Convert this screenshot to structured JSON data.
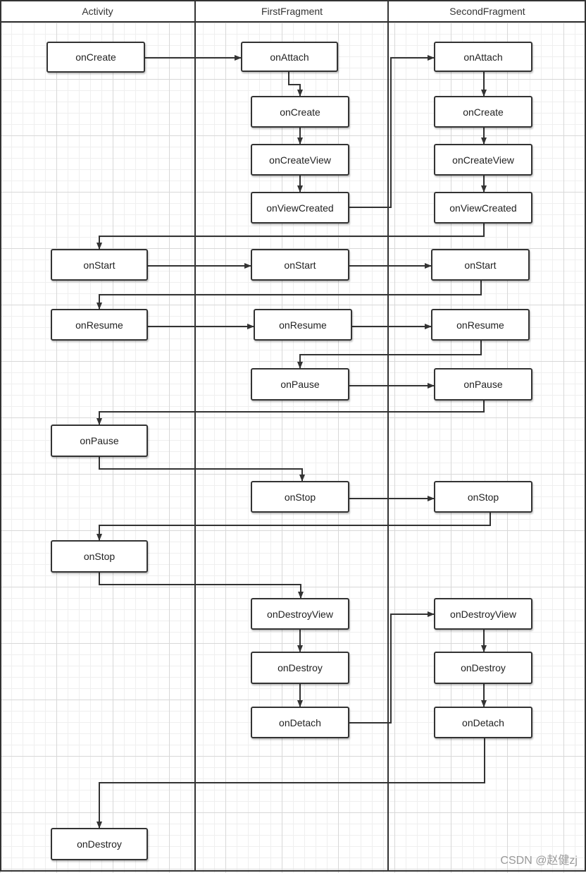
{
  "lanes": {
    "activity": "Activity",
    "first": "FirstFragment",
    "second": "SecondFragment"
  },
  "nodes": {
    "act_oncreate": "onCreate",
    "act_onstart": "onStart",
    "act_onresume": "onResume",
    "act_onpause": "onPause",
    "act_onstop": "onStop",
    "act_ondestroy": "onDestroy",
    "f1_onattach": "onAttach",
    "f1_oncreate": "onCreate",
    "f1_oncreateview": "onCreateView",
    "f1_onviewcreated": "onViewCreated",
    "f1_onstart": "onStart",
    "f1_onresume": "onResume",
    "f1_onpause": "onPause",
    "f1_onstop": "onStop",
    "f1_ondestroyview": "onDestroyView",
    "f1_ondestroy": "onDestroy",
    "f1_ondetach": "onDetach",
    "f2_onattach": "onAttach",
    "f2_oncreate": "onCreate",
    "f2_oncreateview": "onCreateView",
    "f2_onviewcreated": "onViewCreated",
    "f2_onstart": "onStart",
    "f2_onresume": "onResume",
    "f2_onpause": "onPause",
    "f2_onstop": "onStop",
    "f2_ondestroyview": "onDestroyView",
    "f2_ondestroy": "onDestroy",
    "f2_ondetach": "onDetach"
  },
  "edges": [
    [
      "act_oncreate",
      "f1_onattach"
    ],
    [
      "f1_onattach",
      "f1_oncreate"
    ],
    [
      "f1_oncreate",
      "f1_oncreateview"
    ],
    [
      "f1_oncreateview",
      "f1_onviewcreated"
    ],
    [
      "f1_onviewcreated",
      "f2_onattach"
    ],
    [
      "f2_onattach",
      "f2_oncreate"
    ],
    [
      "f2_oncreate",
      "f2_oncreateview"
    ],
    [
      "f2_oncreateview",
      "f2_onviewcreated"
    ],
    [
      "f2_onviewcreated",
      "act_onstart"
    ],
    [
      "act_onstart",
      "f1_onstart"
    ],
    [
      "f1_onstart",
      "f2_onstart"
    ],
    [
      "f2_onstart",
      "act_onresume"
    ],
    [
      "act_onresume",
      "f1_onresume"
    ],
    [
      "f1_onresume",
      "f2_onresume"
    ],
    [
      "f2_onresume",
      "f1_onpause"
    ],
    [
      "f1_onpause",
      "f2_onpause"
    ],
    [
      "f2_onpause",
      "act_onpause"
    ],
    [
      "act_onpause",
      "f1_onstop"
    ],
    [
      "f1_onstop",
      "f2_onstop"
    ],
    [
      "f2_onstop",
      "act_onstop"
    ],
    [
      "act_onstop",
      "f1_ondestroyview"
    ],
    [
      "f1_ondestroyview",
      "f1_ondestroy"
    ],
    [
      "f1_ondestroy",
      "f1_ondetach"
    ],
    [
      "f1_ondetach",
      "f2_ondestroyview"
    ],
    [
      "f2_ondestroyview",
      "f2_ondestroy"
    ],
    [
      "f2_ondestroy",
      "f2_ondetach"
    ],
    [
      "f2_ondetach",
      "act_ondestroy"
    ]
  ],
  "watermark": "CSDN @赵健zj"
}
